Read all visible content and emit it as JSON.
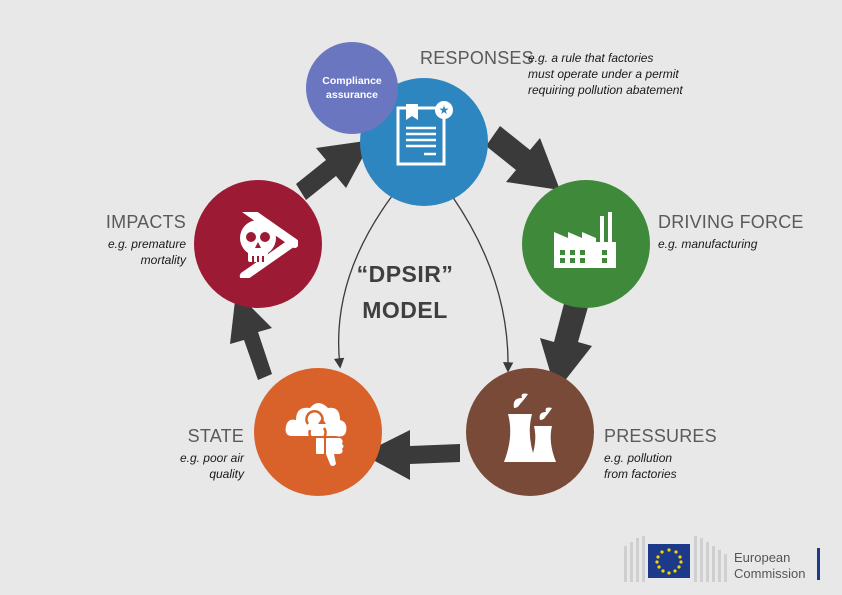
{
  "diagram": {
    "title_line1": "“DPSIR”",
    "title_line2": "MODEL"
  },
  "nodes": {
    "responses": {
      "label": "RESPONSES",
      "example": [
        "e.g. a rule that factories",
        "must operate under a permit",
        "requiring pollution abatement"
      ],
      "color": "#2e86c1",
      "icon": "permit-document-icon"
    },
    "driving_force": {
      "label": "DRIVING FORCE",
      "example": [
        "e.g. manufacturing"
      ],
      "color": "#3f8a3a",
      "icon": "factory-icon"
    },
    "pressures": {
      "label": "PRESSURES",
      "example": [
        "e.g. pollution",
        "from factories"
      ],
      "color": "#7a4a38",
      "icon": "cooling-tower-icon"
    },
    "state": {
      "label": "STATE",
      "example": [
        "e.g. poor air",
        "quality"
      ],
      "color": "#d9622b",
      "icon": "polluted-cloud-thumbs-down-icon"
    },
    "impacts": {
      "label": "IMPACTS",
      "example": [
        "e.g. premature",
        "mortality"
      ],
      "color": "#9c1a34",
      "icon": "skull-crossbones-icon"
    }
  },
  "compliance": {
    "line1": "Compliance",
    "line2": "assurance",
    "color": "#6a76bf"
  },
  "footer": {
    "org_line1": "European",
    "org_line2": "Commission",
    "logo": "eu-flag-logo"
  }
}
